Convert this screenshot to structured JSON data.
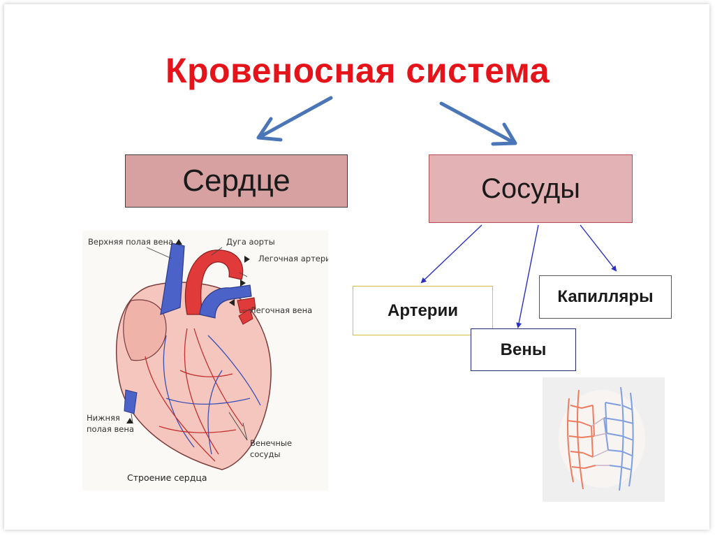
{
  "title": "Кровеносная система",
  "boxes": {
    "heart": "Сердце",
    "vessels": "Сосуды",
    "arteries": "Артерии",
    "veins": "Вены",
    "capillaries": "Капилляры"
  },
  "heart_figure": {
    "labels": {
      "superior_vena_cava": "Верхняя полая вена",
      "aortic_arch": "Дуга аорты",
      "pulmonary_artery": "Легочная артерия",
      "pulmonary_vein": "Легочная вена",
      "inferior_vena_cava_line1": "Нижняя",
      "inferior_vena_cava_line2": "полая вена",
      "coronary_vessels_line1": "Венечные",
      "coronary_vessels_line2": "сосуды"
    },
    "caption": "Строение сердца"
  },
  "colors": {
    "title": "#e4141a",
    "main_arrows": "#4a76b8",
    "branch_arrows": "#2a2fc4",
    "heart_box": "#d8a1a1",
    "vessels_box": "#e3b2b4",
    "artery": "#e03a3a",
    "vein": "#4b62c9"
  }
}
